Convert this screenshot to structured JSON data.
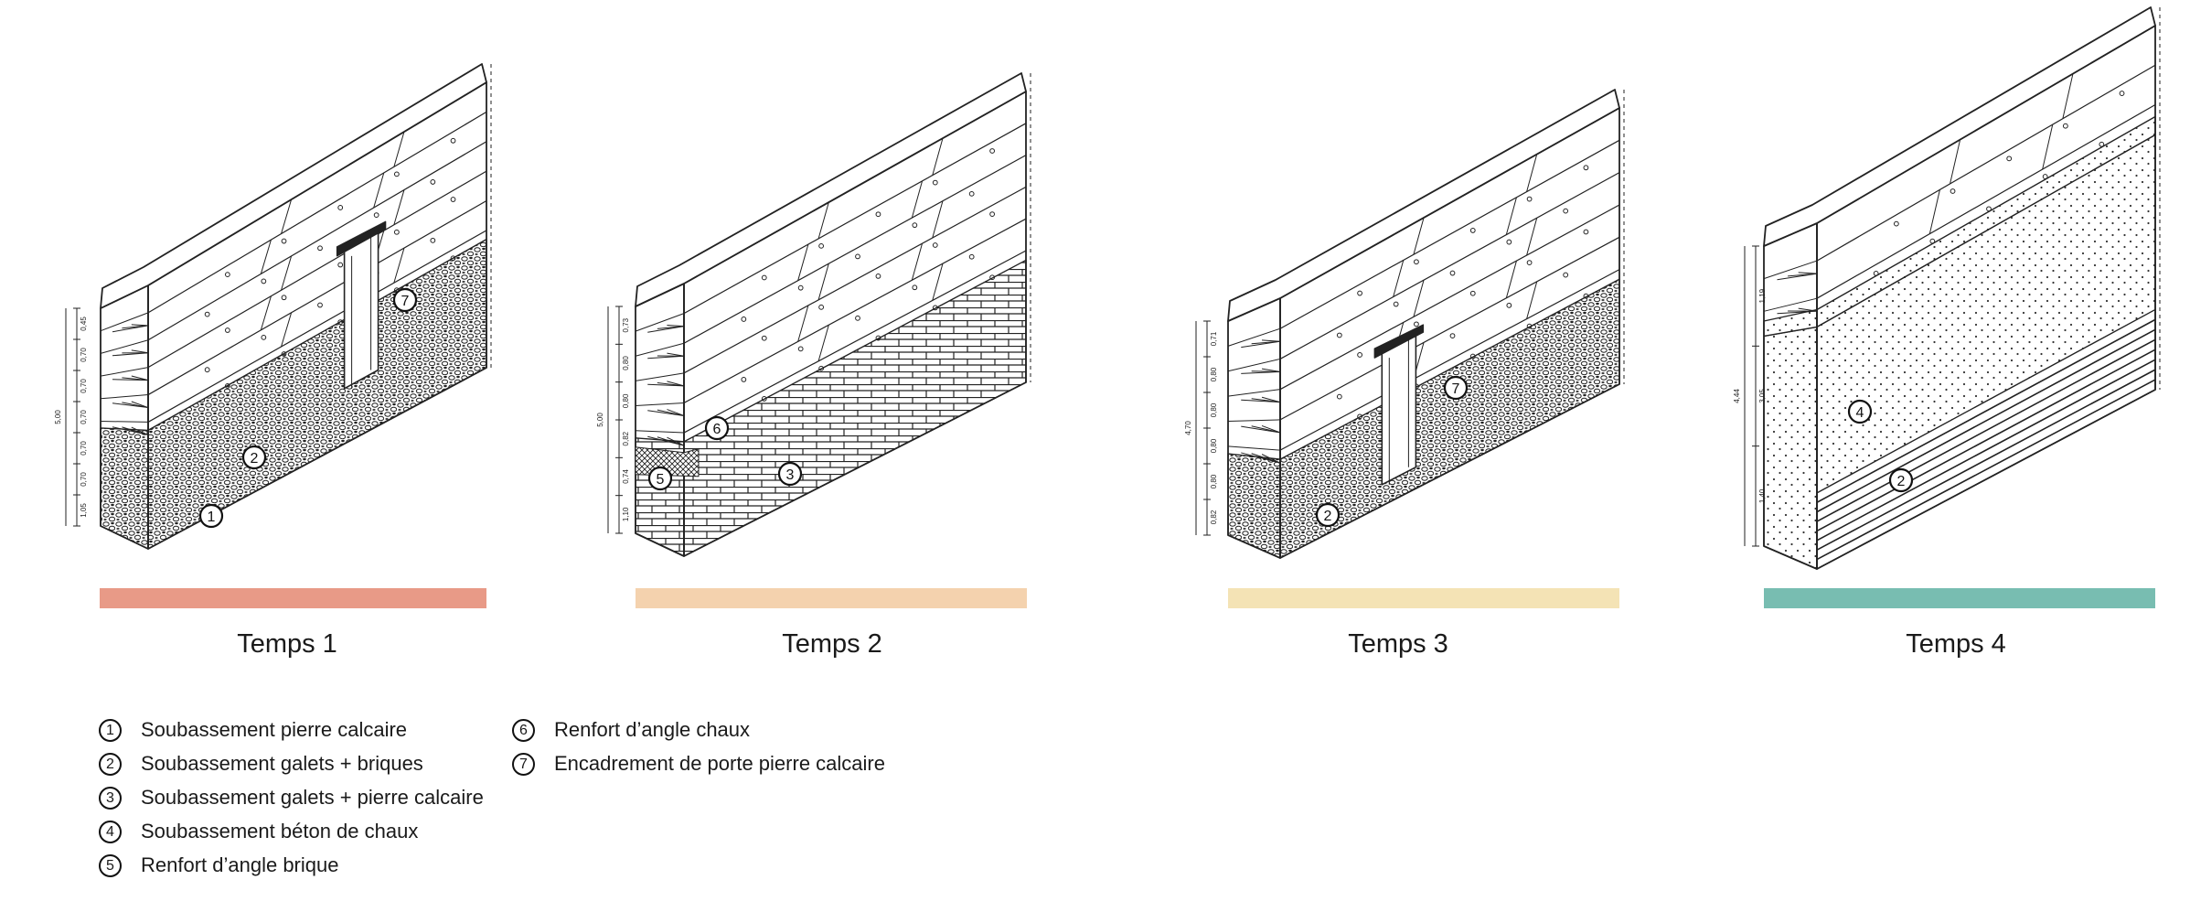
{
  "phases": [
    {
      "label": "Temps 1",
      "color": "#E89A87"
    },
    {
      "label": "Temps 2",
      "color": "#F4D2AE"
    },
    {
      "label": "Temps 3",
      "color": "#F4E3B5"
    },
    {
      "label": "Temps 4",
      "color": "#78BDB1"
    }
  ],
  "markers": {
    "temps1": [
      "7",
      "2",
      "1"
    ],
    "temps2": [
      "6",
      "5",
      "3"
    ],
    "temps3": [
      "7",
      "2"
    ],
    "temps4": [
      "4",
      "2"
    ]
  },
  "dimensions": {
    "temps1": [
      "0,45",
      "0,70",
      "0,70",
      "0,70",
      "0,70",
      "0,70",
      "1,05",
      "5,00"
    ],
    "temps2": [
      "0,73",
      "0,80",
      "0,80",
      "0,82",
      "0,74",
      "1,10",
      "5,00"
    ],
    "temps3": [
      "0,71",
      "0,80",
      "0,80",
      "0,80",
      "0,80",
      "0,82",
      "4,70"
    ],
    "temps4": [
      "1,19",
      "3,05",
      "1,40",
      "4,44"
    ]
  },
  "legend": [
    {
      "num": "1",
      "text": "Soubassement pierre calcaire"
    },
    {
      "num": "2",
      "text": "Soubassement galets + briques"
    },
    {
      "num": "3",
      "text": "Soubassement galets + pierre calcaire"
    },
    {
      "num": "4",
      "text": "Soubassement  béton de chaux"
    },
    {
      "num": "5",
      "text": "Renfort d’angle brique"
    },
    {
      "num": "6",
      "text": "Renfort d’angle chaux"
    },
    {
      "num": "7",
      "text": "Encadrement de porte pierre calcaire"
    }
  ]
}
